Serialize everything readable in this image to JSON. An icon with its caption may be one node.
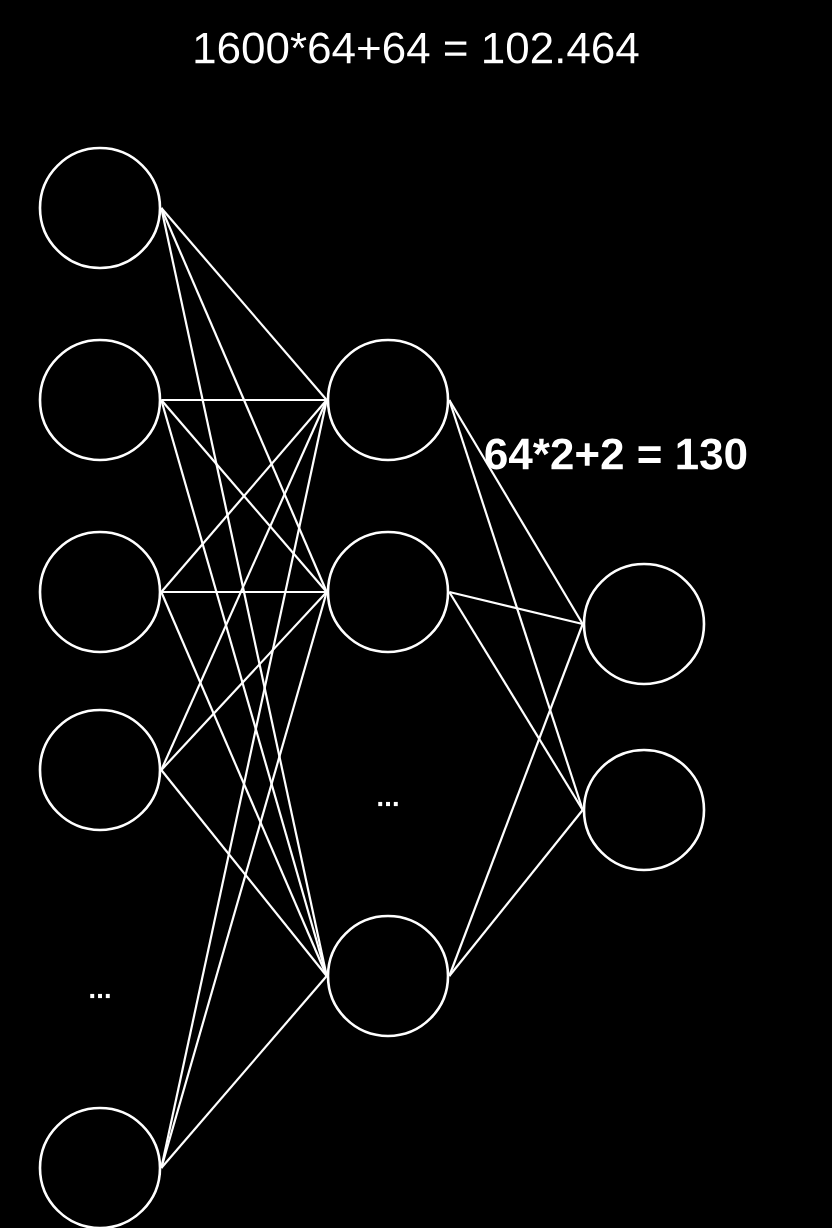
{
  "diagram": {
    "title": "1600*64+64 = 102.464",
    "nodes": [
      {
        "text": [],
        "shape": "circle"
      },
      {
        "text": [],
        "shape": "circle"
      },
      {
        "text": [],
        "shape": "circle"
      },
      {
        "text": [],
        "shape": "circle"
      },
      {
        "text": [],
        "shape": "circle"
      },
      {
        "text": [],
        "shape": "circle"
      },
      {
        "text": [],
        "shape": "circle"
      },
      {
        "text": [],
        "shape": "circle"
      },
      {
        "text": [],
        "shape": "circle"
      },
      {
        "text": [],
        "shape": "circle"
      }
    ],
    "edges": [
      {
        "from": 0,
        "to": 5,
        "arrow": "none"
      },
      {
        "from": 0,
        "to": 6,
        "arrow": "none"
      },
      {
        "from": 0,
        "to": 7,
        "arrow": "none"
      },
      {
        "from": 1,
        "to": 5,
        "arrow": "none"
      },
      {
        "from": 1,
        "to": 6,
        "arrow": "none"
      },
      {
        "from": 1,
        "to": 7,
        "arrow": "none"
      },
      {
        "from": 2,
        "to": 5,
        "arrow": "none"
      },
      {
        "from": 2,
        "to": 6,
        "arrow": "none"
      },
      {
        "from": 2,
        "to": 7,
        "arrow": "none"
      },
      {
        "from": 3,
        "to": 5,
        "arrow": "none"
      },
      {
        "from": 3,
        "to": 6,
        "arrow": "none"
      },
      {
        "from": 3,
        "to": 7,
        "arrow": "none"
      },
      {
        "from": 4,
        "to": 5,
        "arrow": "none"
      },
      {
        "from": 4,
        "to": 6,
        "arrow": "none"
      },
      {
        "from": 4,
        "to": 7,
        "arrow": "none"
      },
      {
        "from": 5,
        "to": 8,
        "arrow": "none"
      },
      {
        "from": 5,
        "to": 9,
        "arrow": "none"
      },
      {
        "from": 6,
        "to": 8,
        "arrow": "none"
      },
      {
        "from": 6,
        "to": 9,
        "arrow": "none"
      },
      {
        "from": 7,
        "to": 8,
        "arrow": "none"
      },
      {
        "from": 7,
        "to": 9,
        "arrow": "none"
      }
    ],
    "labels": [
      "64*2+2 = 130",
      "...",
      "..."
    ]
  }
}
